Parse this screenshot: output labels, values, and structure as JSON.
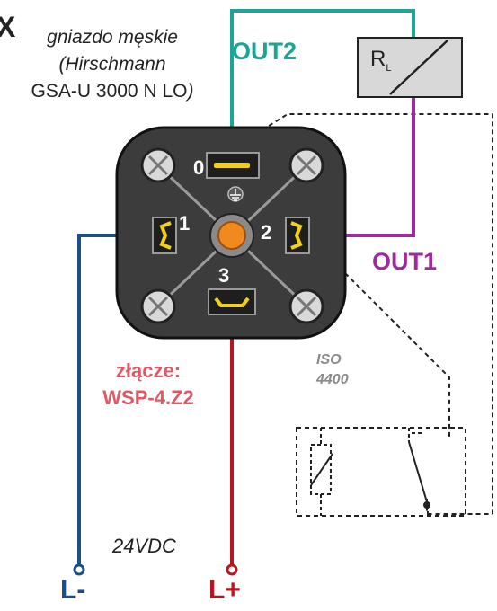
{
  "fragment": "X",
  "connector_title": {
    "line1": "gniazdo męskie",
    "line2": "(Hirschmann",
    "line3": "GSA-U 3000 N LO",
    "line3_close": ")"
  },
  "load": {
    "symbol": "R",
    "subscript": "L"
  },
  "outputs": {
    "out2": "OUT2",
    "out1": "OUT1"
  },
  "pins": {
    "p0": "0",
    "p1": "1",
    "p2": "2",
    "p3": "3"
  },
  "connector_type": {
    "line1": "złącze:",
    "line2": "WSP-4.Z2"
  },
  "standard": {
    "line1": "ISO",
    "line2": "4400"
  },
  "supply": "24VDC",
  "terminals": {
    "minus": "L-",
    "plus": "L+"
  },
  "colors": {
    "out2_wire": "#1aa596",
    "out1_wire": "#a2299d",
    "minus_wire": "#1b4f86",
    "plus_wire": "#b5161f",
    "connector_label": "#e05766",
    "iso_label": "#8a8a8a",
    "connector_body": "#3c3c3c",
    "center_pin": "#f08a1e",
    "contact": "#f2cf1a"
  },
  "icons": [
    "screw-icon",
    "ground-icon",
    "resistor-icon",
    "switch-icon"
  ]
}
